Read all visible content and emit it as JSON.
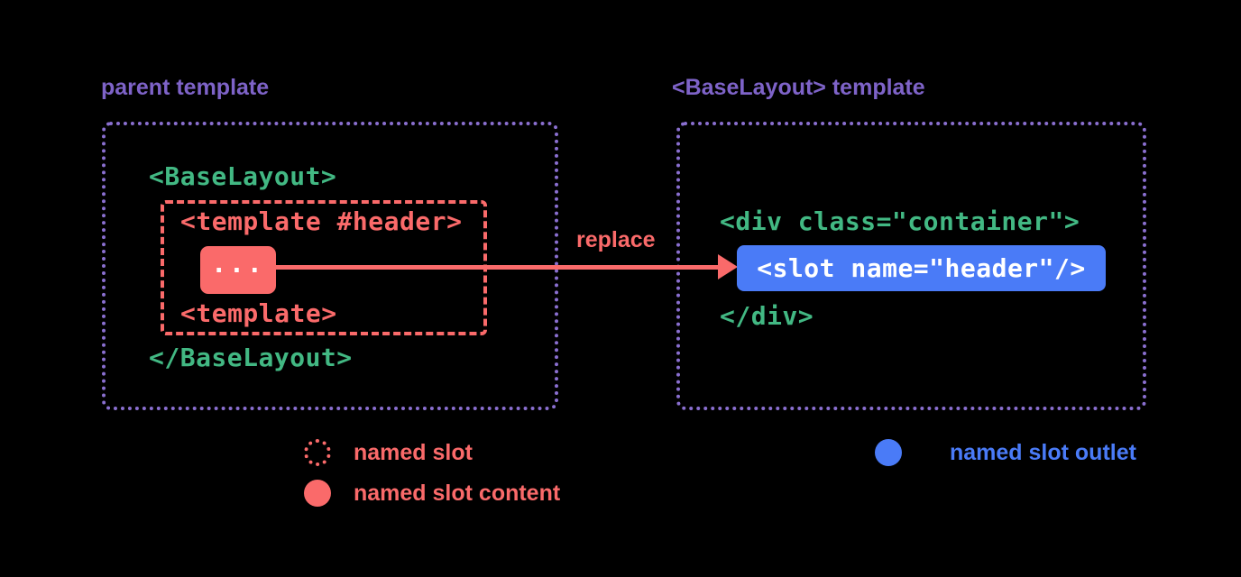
{
  "colors": {
    "background": "#000000",
    "purple": "#7e63c8",
    "red": "#fa6a6a",
    "green": "#42b883",
    "blue": "#4a7bf7",
    "white": "#ffffff"
  },
  "left_panel": {
    "title": "parent template",
    "open_tag": "<BaseLayout>",
    "close_tag": "</BaseLayout>",
    "named_slot": {
      "open_tag": "<template #header>",
      "content": "...",
      "close_tag": "<template>"
    }
  },
  "arrow": {
    "label": "replace"
  },
  "right_panel": {
    "title": "<BaseLayout> template",
    "open_tag": "<div class=\"container\">",
    "slot_outlet": "<slot name=\"header\"/>",
    "close_tag": "</div>"
  },
  "legend": {
    "named_slot": "named slot",
    "named_slot_content": "named slot content",
    "named_slot_outlet": "named slot outlet"
  }
}
